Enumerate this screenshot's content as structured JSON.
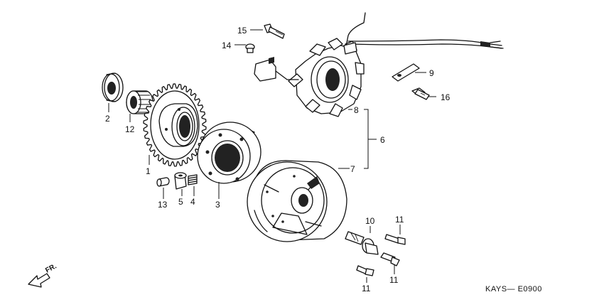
{
  "diagram_code": "KAYS— E0900",
  "front_indicator": "FR.",
  "labels": {
    "p1": "1",
    "p2": "2",
    "p3": "3",
    "p4": "4",
    "p5": "5",
    "p6": "6",
    "p7": "7",
    "p8": "8",
    "p9": "9",
    "p10": "10",
    "p11a": "11",
    "p11b": "11",
    "p11c": "11",
    "p12": "12",
    "p13": "13",
    "p14": "14",
    "p15": "15",
    "p16": "16"
  }
}
